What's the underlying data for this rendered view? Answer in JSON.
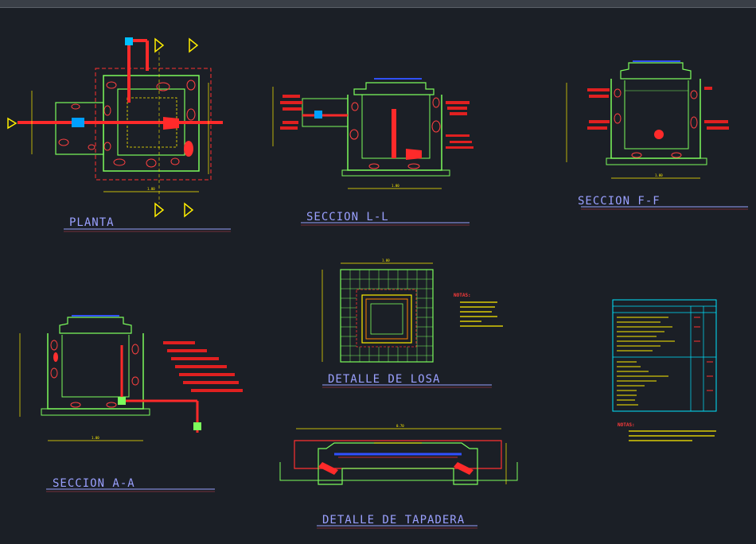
{
  "window": {
    "bar": ""
  },
  "drawing": {
    "views": [
      {
        "id": "planta",
        "title": "PLANTA"
      },
      {
        "id": "seccion-ll",
        "title": "SECCION L-L"
      },
      {
        "id": "seccion-ff",
        "title": "SECCION F-F"
      },
      {
        "id": "seccion-aa",
        "title": "SECCION A-A"
      },
      {
        "id": "detalle-losa",
        "title": "DETALLE DE LOSA"
      },
      {
        "id": "detalle-tapadera",
        "title": "DETALLE DE TAPADERA"
      }
    ],
    "notes_losa": {
      "heading": "NOTAS:"
    },
    "notes_general": {
      "heading": "NOTAS:"
    },
    "dims": {
      "planta_w": "1.00",
      "ll_w": "1.00",
      "ff_w": "1.00",
      "aa_w": "1.00",
      "losa_w": "1.00",
      "tap_w": "0.70"
    }
  },
  "colors": {
    "background": "#1b1f26",
    "concrete": "#7cfc5c",
    "section": "#ff3030",
    "dimension": "#ffee00",
    "title": "#9aa0ff",
    "pipe": "#ff2a2a",
    "brick": "#e02020"
  }
}
